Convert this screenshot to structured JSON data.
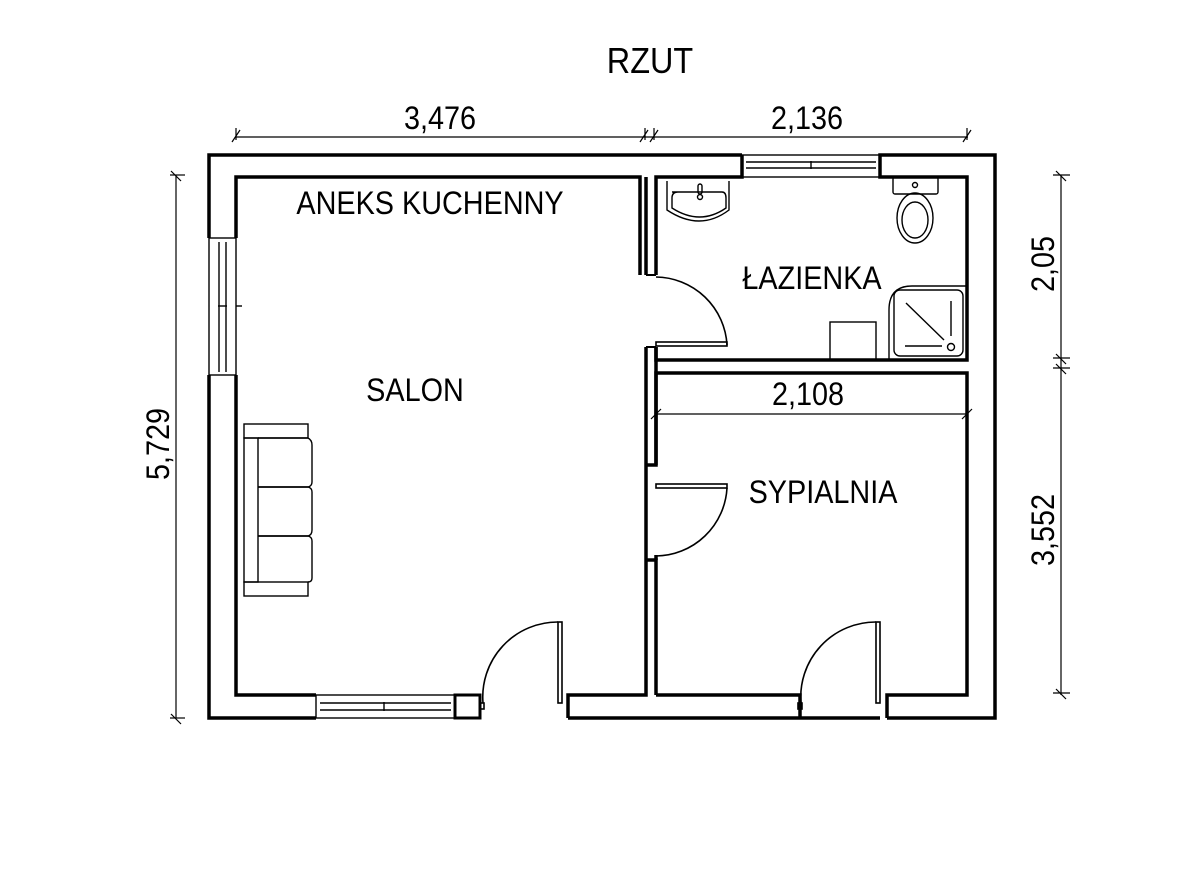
{
  "title": "RZUT",
  "rooms": {
    "kitchen": "ANEKS KUCHENNY",
    "living": "SALON",
    "bathroom": "ŁAZIENKA",
    "bedroom": "SYPIALNIA"
  },
  "dimensions": {
    "top_left": "3,476",
    "top_right": "2,136",
    "left_total": "5,729",
    "right_upper": "2,05",
    "right_lower": "3,552",
    "bedroom_width": "2,108"
  },
  "colors": {
    "line": "#000000",
    "background": "#ffffff"
  },
  "fixtures": [
    "sink-icon",
    "toilet-icon",
    "shower-icon",
    "cabinet-icon",
    "sofa-icon"
  ]
}
